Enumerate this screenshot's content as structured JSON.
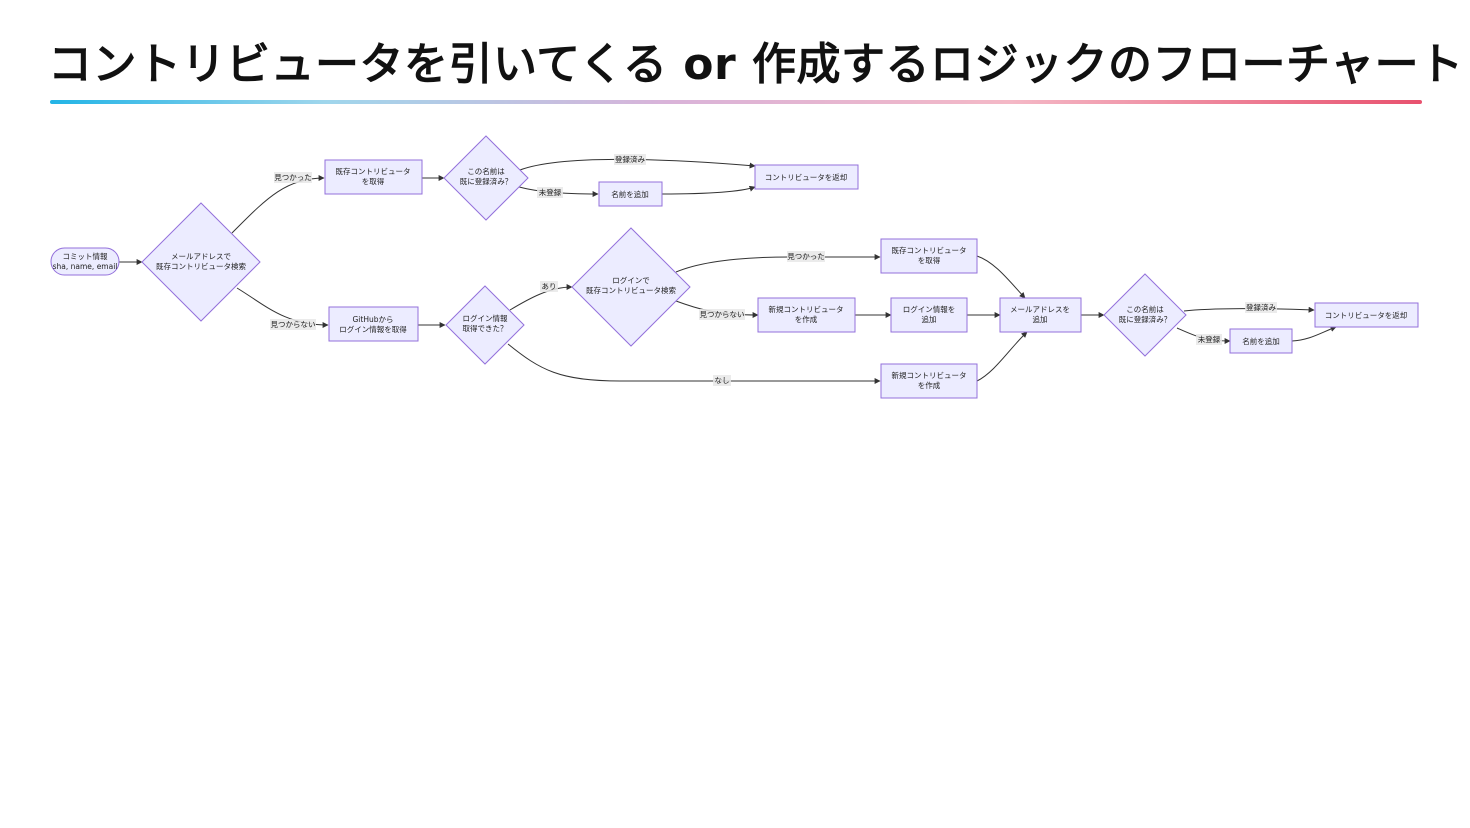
{
  "title": "コントリビュータを引いてくる or 作成するロジックのフローチャート",
  "nodes": {
    "start": [
      "コミット情報",
      "sha, name, email"
    ],
    "search_email": [
      "メールアドレスで",
      "既存コントリビュータ検索"
    ],
    "get_existing_1": [
      "既存コントリビュータ",
      "を取得"
    ],
    "name_registered_1": [
      "この名前は",
      "既に登録済み？"
    ],
    "add_name_1": [
      "名前を追加"
    ],
    "return_1": [
      "コントリビュータを返却"
    ],
    "github_login": [
      "GitHubから",
      "ログイン情報を取得"
    ],
    "login_obtained": [
      "ログイン情報",
      "取得できた？"
    ],
    "search_login": [
      "ログインで",
      "既存コントリビュータ検索"
    ],
    "get_existing_2": [
      "既存コントリビュータ",
      "を取得"
    ],
    "create_new_1": [
      "新規コントリビュータ",
      "を作成"
    ],
    "add_login": [
      "ログイン情報を",
      "追加"
    ],
    "create_new_2": [
      "新規コントリビュータ",
      "を作成"
    ],
    "add_email": [
      "メールアドレスを",
      "追加"
    ],
    "name_registered_2": [
      "この名前は",
      "既に登録済み？"
    ],
    "add_name_2": [
      "名前を追加"
    ],
    "return_2": [
      "コントリビュータを返却"
    ]
  },
  "edges": {
    "found_email": "見つかった",
    "not_found_email": "見つからない",
    "registered_1": "登録済み",
    "unregistered_1": "未登録",
    "login_yes": "あり",
    "login_no": "なし",
    "found_login": "見つかった",
    "not_found_login": "見つからない",
    "registered_2": "登録済み",
    "unregistered_2": "未登録"
  },
  "colors": {
    "node_fill": "#ececff",
    "node_stroke": "#9370db",
    "underline_start": "#22b4e6",
    "underline_end": "#e8516e"
  }
}
